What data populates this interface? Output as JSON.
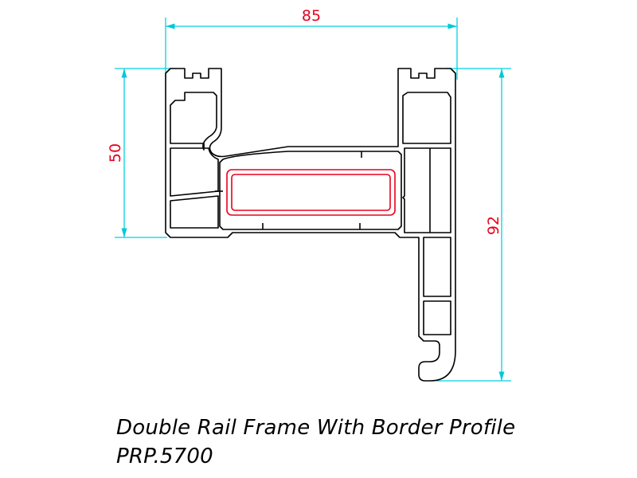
{
  "dimensions": {
    "width": {
      "value": "85"
    },
    "rail_height": {
      "value": "50"
    },
    "total_height": {
      "value": "92"
    }
  },
  "caption": {
    "title": "Double Rail Frame With Border Profile",
    "code": "PRP.5700"
  },
  "colors": {
    "profile_outline": "#000000",
    "dimension_line": "#00e0e8",
    "dimension_text": "#e8001c",
    "gasket_reinforcement": "#e8001c"
  }
}
